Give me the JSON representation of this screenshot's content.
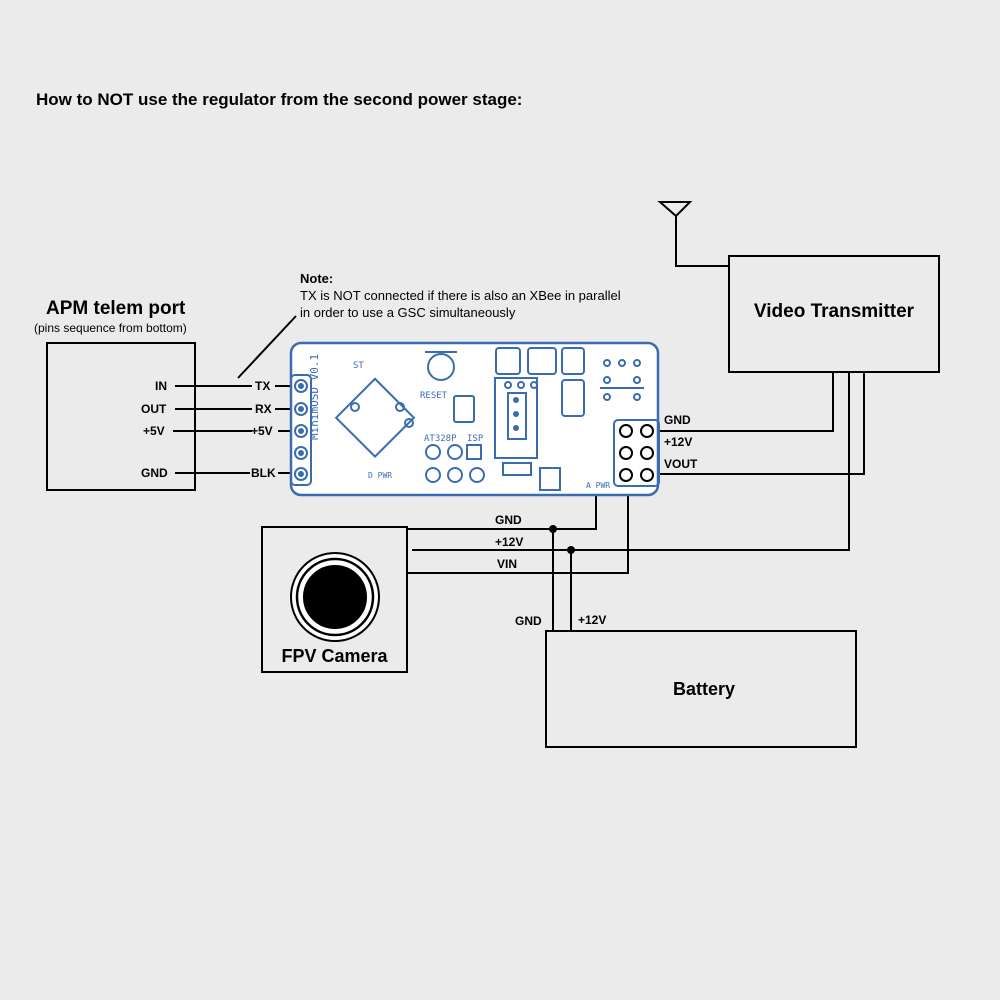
{
  "title": "How to NOT use the regulator from the second power stage:",
  "apm": {
    "title": "APM telem port",
    "subtitle": "(pins sequence from bottom)",
    "pins": [
      "IN",
      "OUT",
      "+5V",
      "GND"
    ]
  },
  "osd": {
    "pins": [
      "TX",
      "RX",
      "+5V",
      "BLK"
    ],
    "right_pins": [
      "GND",
      "+12V",
      "VOUT"
    ],
    "silkscreen": {
      "board": "MinimOSD V0.1",
      "reset": "RESET",
      "chip": "AT328P",
      "isp": "ISP",
      "st": "ST",
      "dpwr": "D PWR",
      "apwr": "A PWR"
    }
  },
  "note": {
    "heading": "Note:",
    "line1": "TX is NOT connected if there is also an XBee in parallel",
    "line2": "in order to use a GSC simultaneously"
  },
  "video_tx": {
    "label": "Video Transmitter"
  },
  "camera": {
    "label": "FPV Camera",
    "wires": [
      "GND",
      "+12V",
      "VIN"
    ]
  },
  "battery": {
    "label": "Battery",
    "wires": [
      "GND",
      "+12V"
    ]
  },
  "colors": {
    "background": "#ebebeb",
    "line": "#000000",
    "board_outline": "#3a6db0",
    "board_fill": "#ffffff"
  }
}
